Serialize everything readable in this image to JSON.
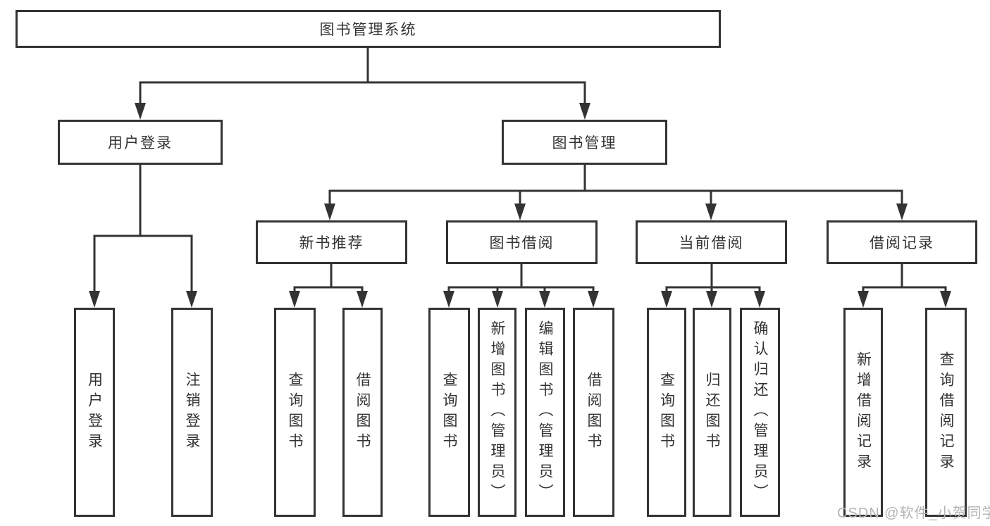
{
  "diagram": {
    "root": "图书管理系统",
    "branches": [
      {
        "label": "用户登录",
        "children": [
          "用户登录",
          "注销登录"
        ]
      },
      {
        "label": "图书管理",
        "modules": [
          {
            "label": "新书推荐",
            "children": [
              "查询图书",
              "借阅图书"
            ]
          },
          {
            "label": "图书借阅",
            "children": [
              "查询图书",
              "新增图书（管理员）",
              "编辑图书（管理员）",
              "借阅图书"
            ]
          },
          {
            "label": "当前借阅",
            "children": [
              "查询图书",
              "归还图书",
              "确认归还（管理员）"
            ]
          },
          {
            "label": "借阅记录",
            "children": [
              "新增借阅记录",
              "查询借阅记录"
            ]
          }
        ]
      }
    ]
  },
  "watermark": "CSDN @软件_小贺同学",
  "colors": {
    "line": "#333333",
    "border": "#333333",
    "text": "#333333",
    "watermark": "#b3b3b3",
    "background": "#ffffff"
  }
}
